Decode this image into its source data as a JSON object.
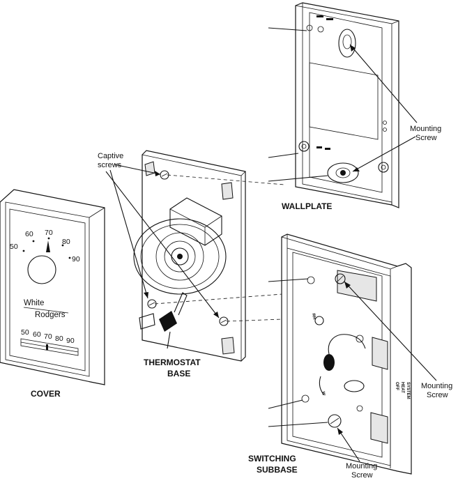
{
  "labels": {
    "cover": "COVER",
    "thermostat_base_line1": "THERMOSTAT",
    "thermostat_base_line2": "BASE",
    "wallplate": "WALLPLATE",
    "switching_subbase_line1": "SWITCHING",
    "switching_subbase_line2": "SUBBASE",
    "captive_screws_line1": "Captive",
    "captive_screws_line2": "screws",
    "mounting_screw_line1": "Mounting",
    "mounting_screw_line2": "Screw"
  },
  "cover": {
    "dial_numbers": [
      "50",
      "60",
      "70",
      "80",
      "90"
    ],
    "brand_line1": "White",
    "brand_line2": "Rodgers",
    "scale_numbers": [
      "50",
      "60",
      "70",
      "80",
      "90"
    ]
  },
  "subbase": {
    "system_label": "SYSTEM",
    "off_label": "OFF",
    "heat_label": "HEAT",
    "rh_label": "RH",
    "w_label": "W"
  },
  "colors": {
    "line": "#111111",
    "background": "#ffffff",
    "shade": "#e6e6e6"
  }
}
